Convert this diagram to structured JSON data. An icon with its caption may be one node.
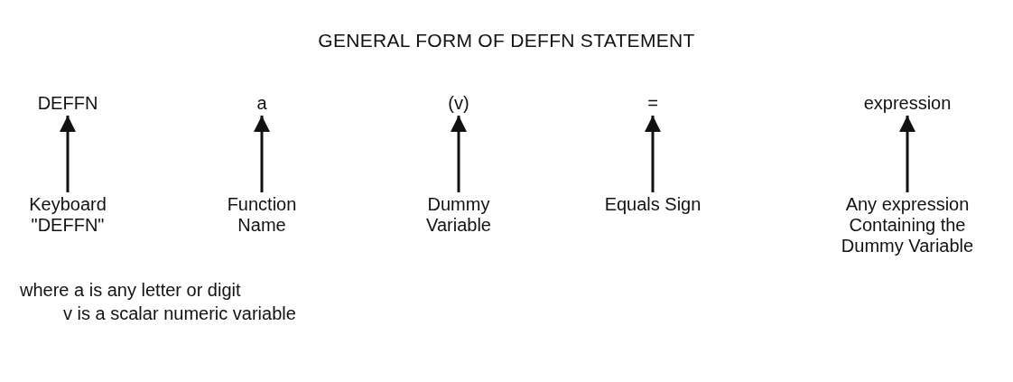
{
  "diagram": {
    "title": "GENERAL FORM OF DEFFN STATEMENT",
    "nodes": [
      {
        "text": [
          "DEFFN"
        ]
      },
      {
        "text": [
          "a"
        ]
      },
      {
        "text": [
          "(v)"
        ]
      },
      {
        "text": [
          "="
        ]
      },
      {
        "text": [
          "expression"
        ]
      },
      {
        "text": [
          "Keyboard \"DEFFN\""
        ]
      },
      {
        "text": [
          "Function Name"
        ]
      },
      {
        "text": [
          "Dummy Variable"
        ]
      },
      {
        "text": [
          "Equals Sign"
        ]
      },
      {
        "text": [
          "Any expression Containing the Dummy Variable"
        ]
      }
    ],
    "edges": [
      {
        "from": 5,
        "to": 0,
        "arrow": "to"
      },
      {
        "from": 6,
        "to": 1,
        "arrow": "to"
      },
      {
        "from": 7,
        "to": 2,
        "arrow": "to"
      },
      {
        "from": 8,
        "to": 3,
        "arrow": "to"
      },
      {
        "from": 9,
        "to": 4,
        "arrow": "to"
      }
    ],
    "labels": [
      "where a is any letter or digit",
      "v is a scalar numeric variable"
    ]
  }
}
